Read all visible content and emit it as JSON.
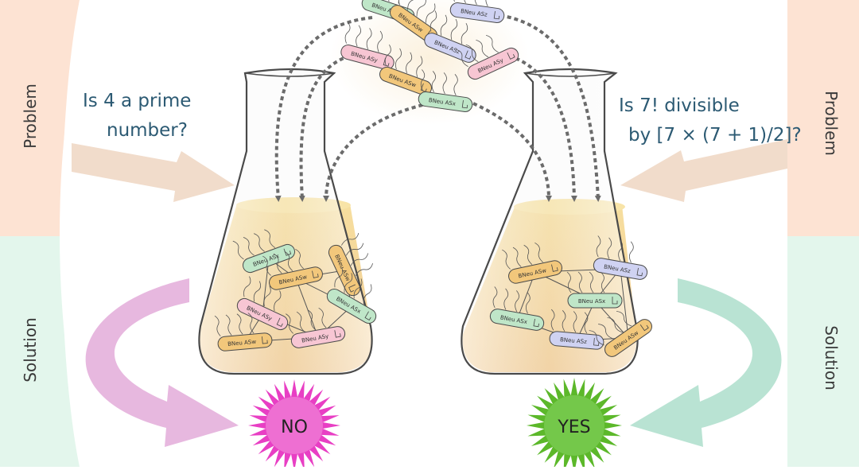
{
  "side_labels": {
    "left_top": "Problem",
    "left_bottom": "Solution",
    "right_top": "Problem",
    "right_bottom": "Solution"
  },
  "questions": {
    "left": [
      "Is 4 a prime",
      "number?"
    ],
    "right": [
      "Is 7! divisible",
      "by [7 × (7 + 1)/2]?"
    ]
  },
  "answers": {
    "left": "NO",
    "right": "YES"
  },
  "cell_labels": {
    "w": "BNeu ASw",
    "x": "BNeu ASx",
    "y": "BNeu ASy",
    "z": "BNeu ASz"
  },
  "colors": {
    "problem_band": "#fde3d3",
    "solution_band": "#e3f6ec",
    "question_text": "#2c5a73",
    "side_label_text": "#3a3a3a",
    "arrow_problem": "#f1dccb",
    "arrow_solution_left": "#e7b8df",
    "arrow_solution_right": "#b9e3d3",
    "liquid": "#f6d28d",
    "no_burst": "#e83fc4",
    "yes_burst": "#5cb82a",
    "cell_w": "#f2c77b",
    "cell_x": "#bfe6c8",
    "cell_y": "#f7c6d3",
    "cell_z": "#cfd2f2"
  }
}
